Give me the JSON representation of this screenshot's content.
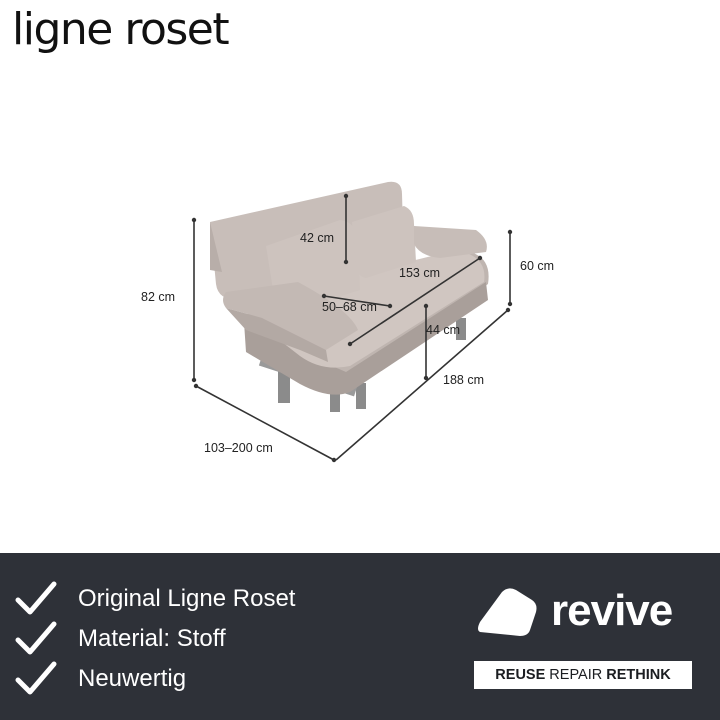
{
  "brand": {
    "name": "ligne roset"
  },
  "dimensions": {
    "height": "82 cm",
    "depth": "103–200 cm",
    "width": "188 cm",
    "back_height": "42 cm",
    "seat_width": "153 cm",
    "seat_depth": "50–68 cm",
    "seat_height": "44 cm",
    "armrest_height": "60 cm"
  },
  "footer": {
    "features": [
      "Original Ligne Roset",
      "Material: Stoff",
      "Neuwertig"
    ],
    "logo_text": "revive",
    "tagline": {
      "part1": "REUSE",
      "part2": "REPAIR",
      "part3": "RETHINK"
    }
  },
  "colors": {
    "footer_bg": "#2e3138",
    "sofa": "#c9bfba",
    "text": "#222222"
  }
}
